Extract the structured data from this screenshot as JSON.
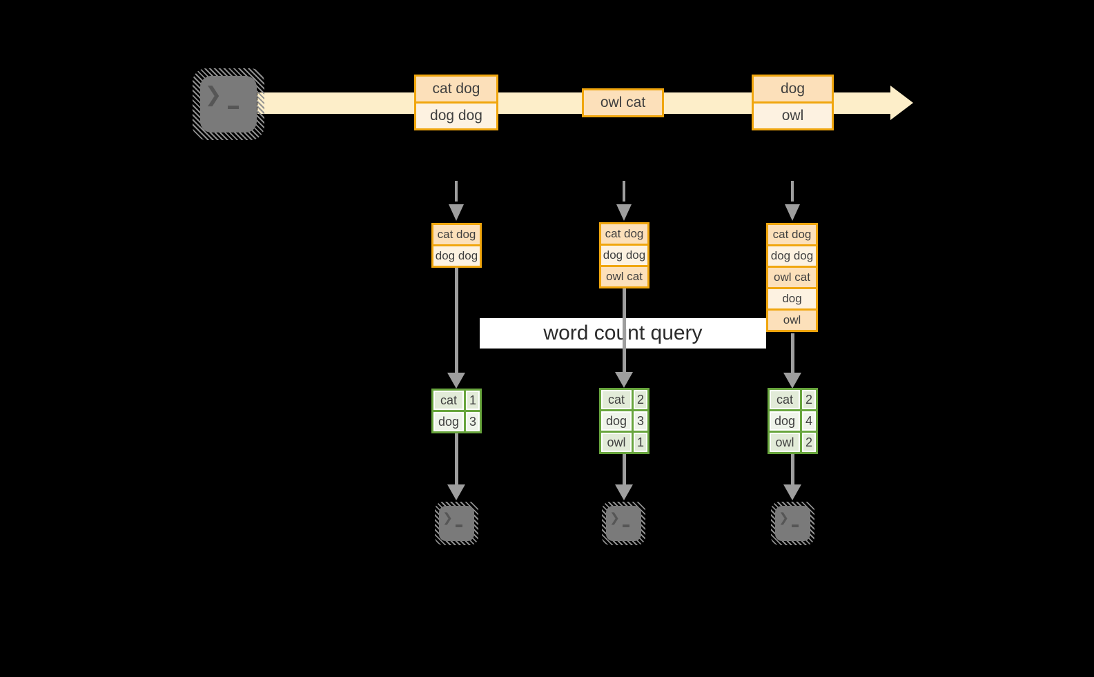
{
  "banner": {
    "label": "word count query"
  },
  "icons": {
    "prompt_glyph": "❯"
  },
  "colors": {
    "background": "#000000",
    "stream_fill": "#fdeec9",
    "record_border": "#f0a60e",
    "record_fill_dark": "#fce0ba",
    "record_fill_light": "#fdf2e1",
    "table_border": "#68a53d",
    "table_row_dark": "#e2ebd8",
    "table_row_light": "#eff4ea",
    "arrow_gray": "#9e9e9e",
    "banner_bg": "#ffffff",
    "text": "#3f3f3f"
  },
  "stream": {
    "records": [
      {
        "cells": [
          "cat dog",
          "dog dog"
        ]
      },
      {
        "cells": [
          "owl cat"
        ]
      },
      {
        "cells": [
          "dog",
          "owl"
        ]
      }
    ]
  },
  "buffers": [
    {
      "cells": [
        "cat dog",
        "dog dog"
      ]
    },
    {
      "cells": [
        "cat dog",
        "dog dog",
        "owl cat"
      ]
    },
    {
      "cells": [
        "cat dog",
        "dog dog",
        "owl cat",
        "dog",
        "owl"
      ]
    }
  ],
  "count_tables": [
    {
      "rows": [
        {
          "word": "cat",
          "count": "1"
        },
        {
          "word": "dog",
          "count": "3"
        }
      ]
    },
    {
      "rows": [
        {
          "word": "cat",
          "count": "2"
        },
        {
          "word": "dog",
          "count": "3"
        },
        {
          "word": "owl",
          "count": "1"
        }
      ]
    },
    {
      "rows": [
        {
          "word": "cat",
          "count": "2"
        },
        {
          "word": "dog",
          "count": "4"
        },
        {
          "word": "owl",
          "count": "2"
        }
      ]
    }
  ]
}
